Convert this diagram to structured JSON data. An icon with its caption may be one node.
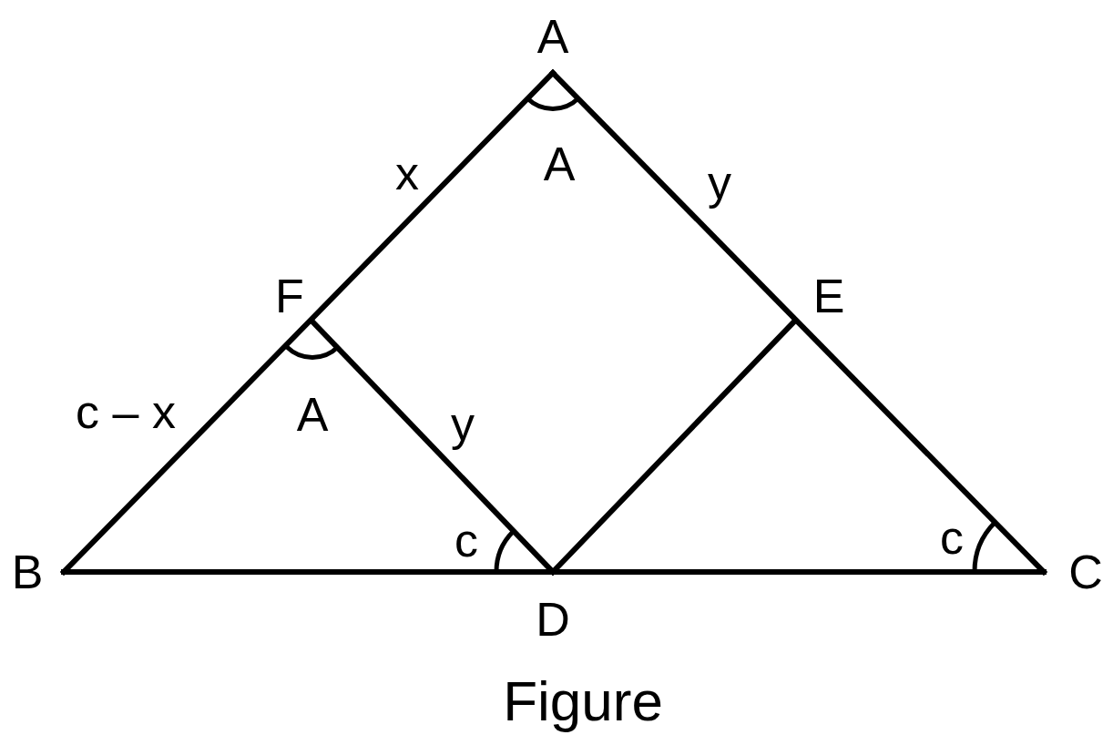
{
  "diagram": {
    "caption": "Figure",
    "labels": [
      "A",
      "x",
      "A",
      "y",
      "F",
      "E",
      "c – x",
      "A",
      "y",
      "c",
      "c",
      "B",
      "D",
      "C"
    ]
  }
}
